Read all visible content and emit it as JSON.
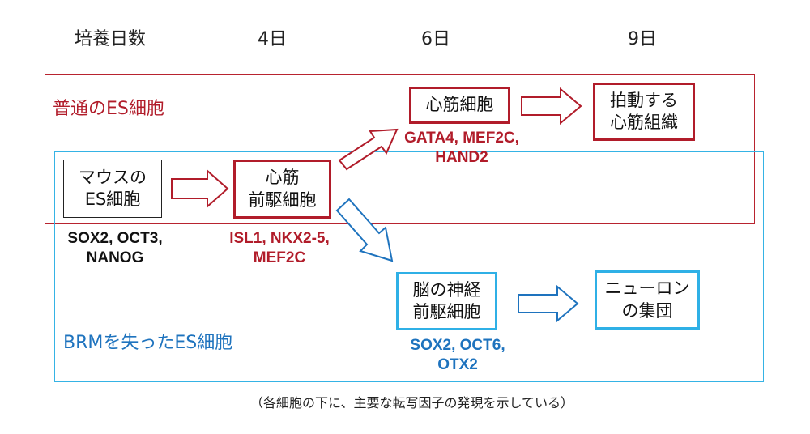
{
  "header": {
    "days_label": "培養日数",
    "day4": "4日",
    "day6": "6日",
    "day9": "9日"
  },
  "regions": {
    "normal_label": "普通のES細胞",
    "brm_label": "BRMを失ったES細胞"
  },
  "boxes": {
    "mouse_es": [
      "マウスの",
      "ES細胞"
    ],
    "cardiac_progenitor": [
      "心筋",
      "前駆細胞"
    ],
    "cardiomyocyte": [
      "心筋細胞"
    ],
    "beating_tissue": [
      "拍動する",
      "心筋組織"
    ],
    "neural_progenitor": [
      "脳の神経",
      "前駆細胞"
    ],
    "neuron_cluster": [
      "ニューロン",
      "の集団"
    ]
  },
  "factors": {
    "mouse_es": [
      "SOX2, OCT3,",
      "NANOG"
    ],
    "cardiac_progenitor": [
      "ISL1, NKX2-5,",
      "MEF2C"
    ],
    "cardiomyocyte": [
      "GATA4, MEF2C,",
      "HAND2"
    ],
    "neural_progenitor": [
      "SOX2, OCT6,",
      "OTX2"
    ]
  },
  "footnote": "（各細胞の下に、主要な転写因子の発現を示している）",
  "colors": {
    "red": "#b11c2a",
    "blue": "#1e73be",
    "light_blue": "#2fb0e6",
    "black": "#111111"
  }
}
